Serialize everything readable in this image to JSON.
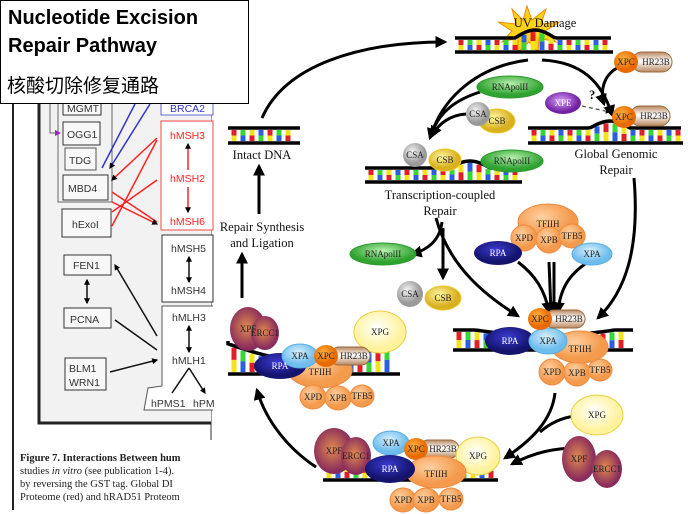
{
  "title": {
    "line1": "Nucleotide Excision",
    "line2": "Repair Pathway",
    "chinese": "核酸切除修复通路"
  },
  "figure": {
    "boxes": {
      "mgmt": "MGMT",
      "ogg1": "OGG1",
      "tdg": "TDG",
      "mbd4": "MBD4",
      "hexo1": "hExoI",
      "fen1": "FEN1",
      "pcna": "PCNA",
      "blm1": "BLM1",
      "wrn1": "WRN1",
      "brca2": "BRCA2",
      "hmsh3": "hMSH3",
      "hmsh2": "hMSH2",
      "hmsh6": "hMSH6",
      "hmsh5": "hMSH5",
      "hmsh4": "hMSH4",
      "hmlh3": "hMLH3",
      "hmlh1": "hMLH1",
      "hpms1": "hPMS1",
      "hpm": "hPM"
    },
    "caption": {
      "line1": "Figure 7. Interactions Between hum",
      "line2a": "studies ",
      "line2b": "in vitro",
      "line2c": " (see publication 1-4).",
      "line3": "by reversing the GST tag. Global DI",
      "line4": "Proteome (red) and hRAD51 Proteom"
    }
  },
  "diagram": {
    "labels": {
      "uv_damage": "UV Damage",
      "intact_dna": "Intact DNA",
      "ggr_1": "Global Genomic",
      "ggr_2": "Repair",
      "tcr_1": "Transcription-coupled",
      "tcr_2": "Repair",
      "synth_1": "Repair Synthesis",
      "synth_2": "and Ligation",
      "question": "?"
    },
    "proteins": {
      "xpc": "XPC",
      "hr23b": "HR23B",
      "rnapolii": "RNApolII",
      "csa": "CSA",
      "csb": "CSB",
      "xpe": "XPE",
      "tfiih": "TFIIH",
      "xpd": "XPD",
      "xpb": "XPB",
      "tfb5": "TFB5",
      "rpa": "RPA",
      "xpa": "XPA",
      "xpg": "XPG",
      "xpf": "XPF",
      "ercc1": "ERCC1"
    },
    "colors": {
      "base_red": "#e02028",
      "base_blue": "#2c5ee0",
      "base_yellow": "#f4e21c",
      "base_green": "#36d636",
      "xpc": "#f07a10",
      "tfiih": "#f7a35a",
      "rpa": "#1a1a8c",
      "xpa": "#82ccf2",
      "rnapolii": "#3cb43c",
      "csa": "#bdbdbd",
      "csb": "#f2dc2a",
      "xpe": "#8a2ab0",
      "xpg": "#fff7a8",
      "xpf": "#8e2f5e",
      "hr23b": "#c49a74"
    }
  }
}
